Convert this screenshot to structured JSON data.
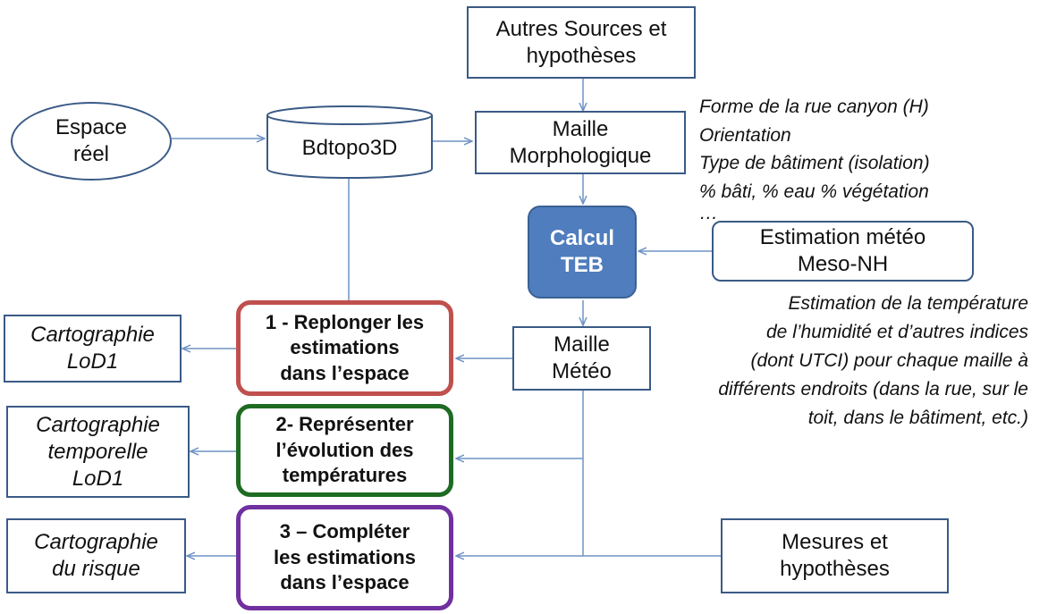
{
  "nodes": {
    "autres_sources": [
      "Autres Sources et",
      "hypothèses"
    ],
    "espace_reel": [
      "Espace",
      "réel"
    ],
    "bdtopo": [
      "Bdtopo3D"
    ],
    "maille_morpho": [
      "Maille",
      "Morphologique"
    ],
    "calcul_teb": [
      "Calcul",
      "TEB"
    ],
    "estimation_meteo": [
      "Estimation météo",
      "Meso-NH"
    ],
    "maille_meteo": [
      "Maille",
      "Météo"
    ],
    "step1": [
      "1 - Replonger les",
      "estimations",
      "dans l’espace"
    ],
    "step2": [
      "2- Représenter",
      "l’évolution des",
      "températures"
    ],
    "step3": [
      "3 – Compléter",
      "les estimations",
      "dans l’espace"
    ],
    "carto_lod1": [
      "Cartographie",
      "LoD1"
    ],
    "carto_temp": [
      "Cartographie",
      "temporelle",
      "LoD1"
    ],
    "carto_risque": [
      "Cartographie",
      "du risque"
    ],
    "mesures": [
      "Mesures et",
      "hypothèses"
    ]
  },
  "notes": {
    "morpho_params": [
      "Forme de la rue canyon (H)",
      "Orientation",
      "Type de bâtiment (isolation)",
      "% bâti, % eau % végétation",
      "…"
    ],
    "estimation_desc": [
      "Estimation de la température",
      "de l’humidité et d’autres indices",
      "(dont UTCI)  pour chaque maille à",
      "différents endroits (dans la rue, sur le",
      "toit, dans le bâtiment, etc.)"
    ]
  },
  "colors": {
    "box_border": "#3a5a86",
    "arrow": "#6f93c4",
    "teb_fill": "#4f7dbd",
    "step1": "#c0504d",
    "step2": "#1e6b22",
    "step3": "#7030a0"
  }
}
